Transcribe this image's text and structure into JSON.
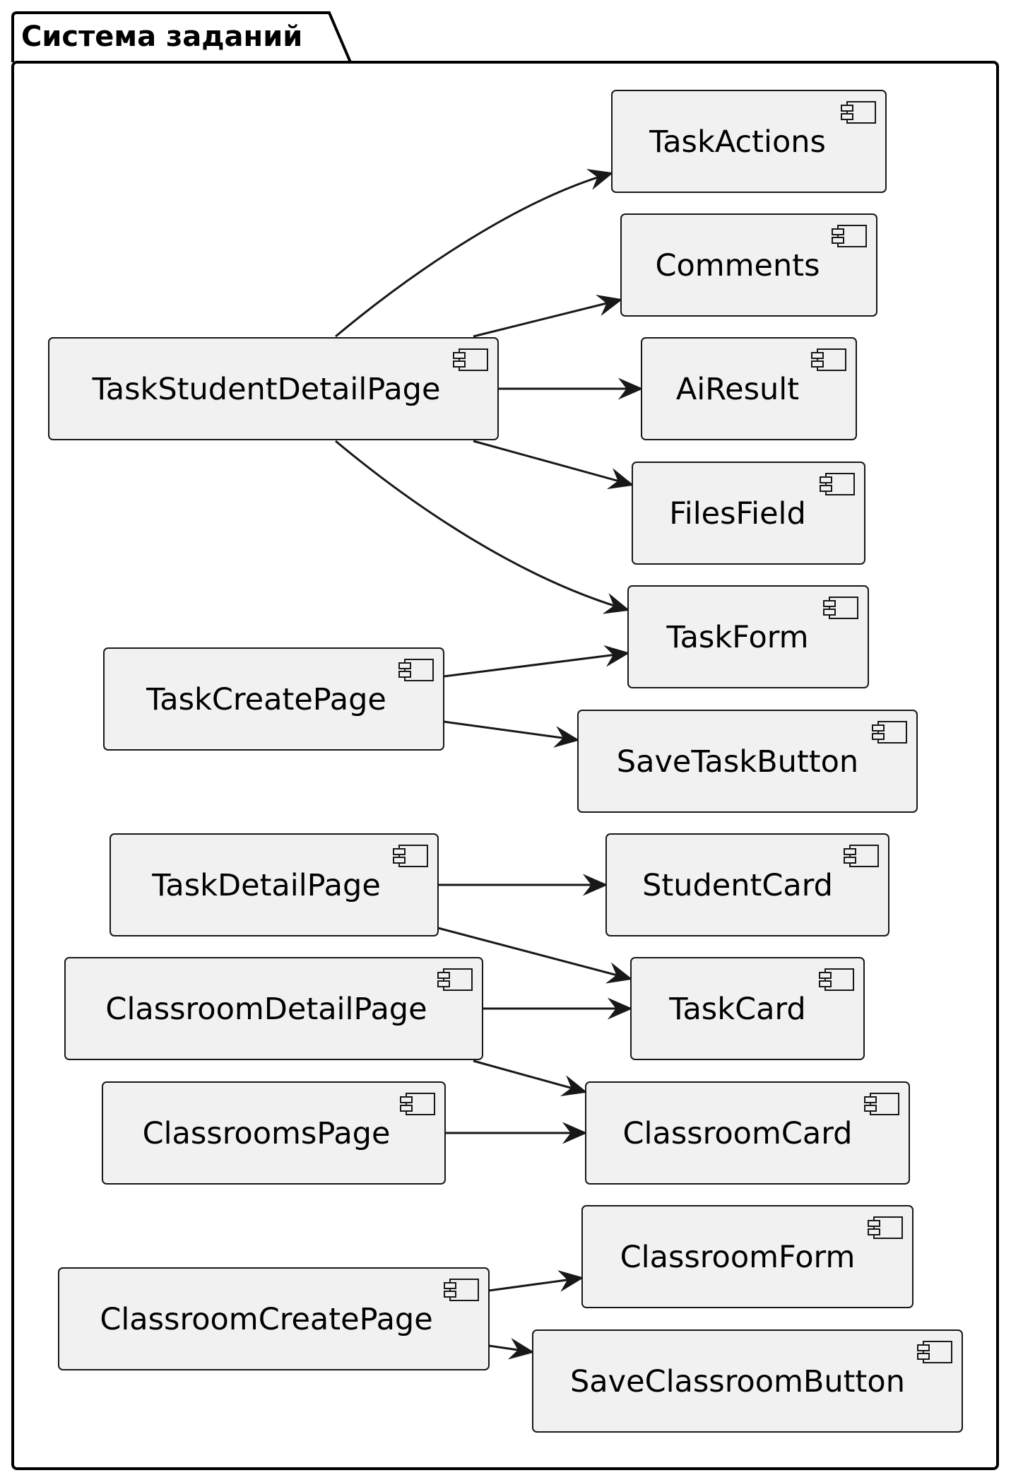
{
  "package": {
    "title": "Система заданий"
  },
  "components": [
    {
      "id": "TaskActions",
      "label": "TaskActions",
      "icon": "component-icon"
    },
    {
      "id": "Comments",
      "label": "Comments",
      "icon": "component-icon"
    },
    {
      "id": "TaskStudentDetailPage",
      "label": "TaskStudentDetailPage",
      "icon": "component-icon"
    },
    {
      "id": "AiResult",
      "label": "AiResult",
      "icon": "component-icon"
    },
    {
      "id": "FilesField",
      "label": "FilesField",
      "icon": "component-icon"
    },
    {
      "id": "TaskForm",
      "label": "TaskForm",
      "icon": "component-icon"
    },
    {
      "id": "TaskCreatePage",
      "label": "TaskCreatePage",
      "icon": "component-icon"
    },
    {
      "id": "SaveTaskButton",
      "label": "SaveTaskButton",
      "icon": "component-icon"
    },
    {
      "id": "TaskDetailPage",
      "label": "TaskDetailPage",
      "icon": "component-icon"
    },
    {
      "id": "StudentCard",
      "label": "StudentCard",
      "icon": "component-icon"
    },
    {
      "id": "ClassroomDetailPage",
      "label": "ClassroomDetailPage",
      "icon": "component-icon"
    },
    {
      "id": "TaskCard",
      "label": "TaskCard",
      "icon": "component-icon"
    },
    {
      "id": "ClassroomsPage",
      "label": "ClassroomsPage",
      "icon": "component-icon"
    },
    {
      "id": "ClassroomCard",
      "label": "ClassroomCard",
      "icon": "component-icon"
    },
    {
      "id": "ClassroomForm",
      "label": "ClassroomForm",
      "icon": "component-icon"
    },
    {
      "id": "ClassroomCreatePage",
      "label": "ClassroomCreatePage",
      "icon": "component-icon"
    },
    {
      "id": "SaveClassroomButton",
      "label": "SaveClassroomButton",
      "icon": "component-icon"
    }
  ],
  "edges": [
    {
      "from": "TaskStudentDetailPage",
      "to": "TaskActions"
    },
    {
      "from": "TaskStudentDetailPage",
      "to": "Comments"
    },
    {
      "from": "TaskStudentDetailPage",
      "to": "AiResult"
    },
    {
      "from": "TaskStudentDetailPage",
      "to": "FilesField"
    },
    {
      "from": "TaskStudentDetailPage",
      "to": "TaskForm"
    },
    {
      "from": "TaskCreatePage",
      "to": "TaskForm"
    },
    {
      "from": "TaskCreatePage",
      "to": "SaveTaskButton"
    },
    {
      "from": "TaskDetailPage",
      "to": "StudentCard"
    },
    {
      "from": "TaskDetailPage",
      "to": "TaskCard"
    },
    {
      "from": "ClassroomDetailPage",
      "to": "TaskCard"
    },
    {
      "from": "ClassroomDetailPage",
      "to": "ClassroomCard"
    },
    {
      "from": "ClassroomsPage",
      "to": "ClassroomCard"
    },
    {
      "from": "ClassroomCreatePage",
      "to": "ClassroomForm"
    },
    {
      "from": "ClassroomCreatePage",
      "to": "SaveClassroomButton"
    }
  ],
  "colors": {
    "component_fill": "#f1f1f1",
    "stroke": "#181818",
    "background": "#ffffff"
  }
}
